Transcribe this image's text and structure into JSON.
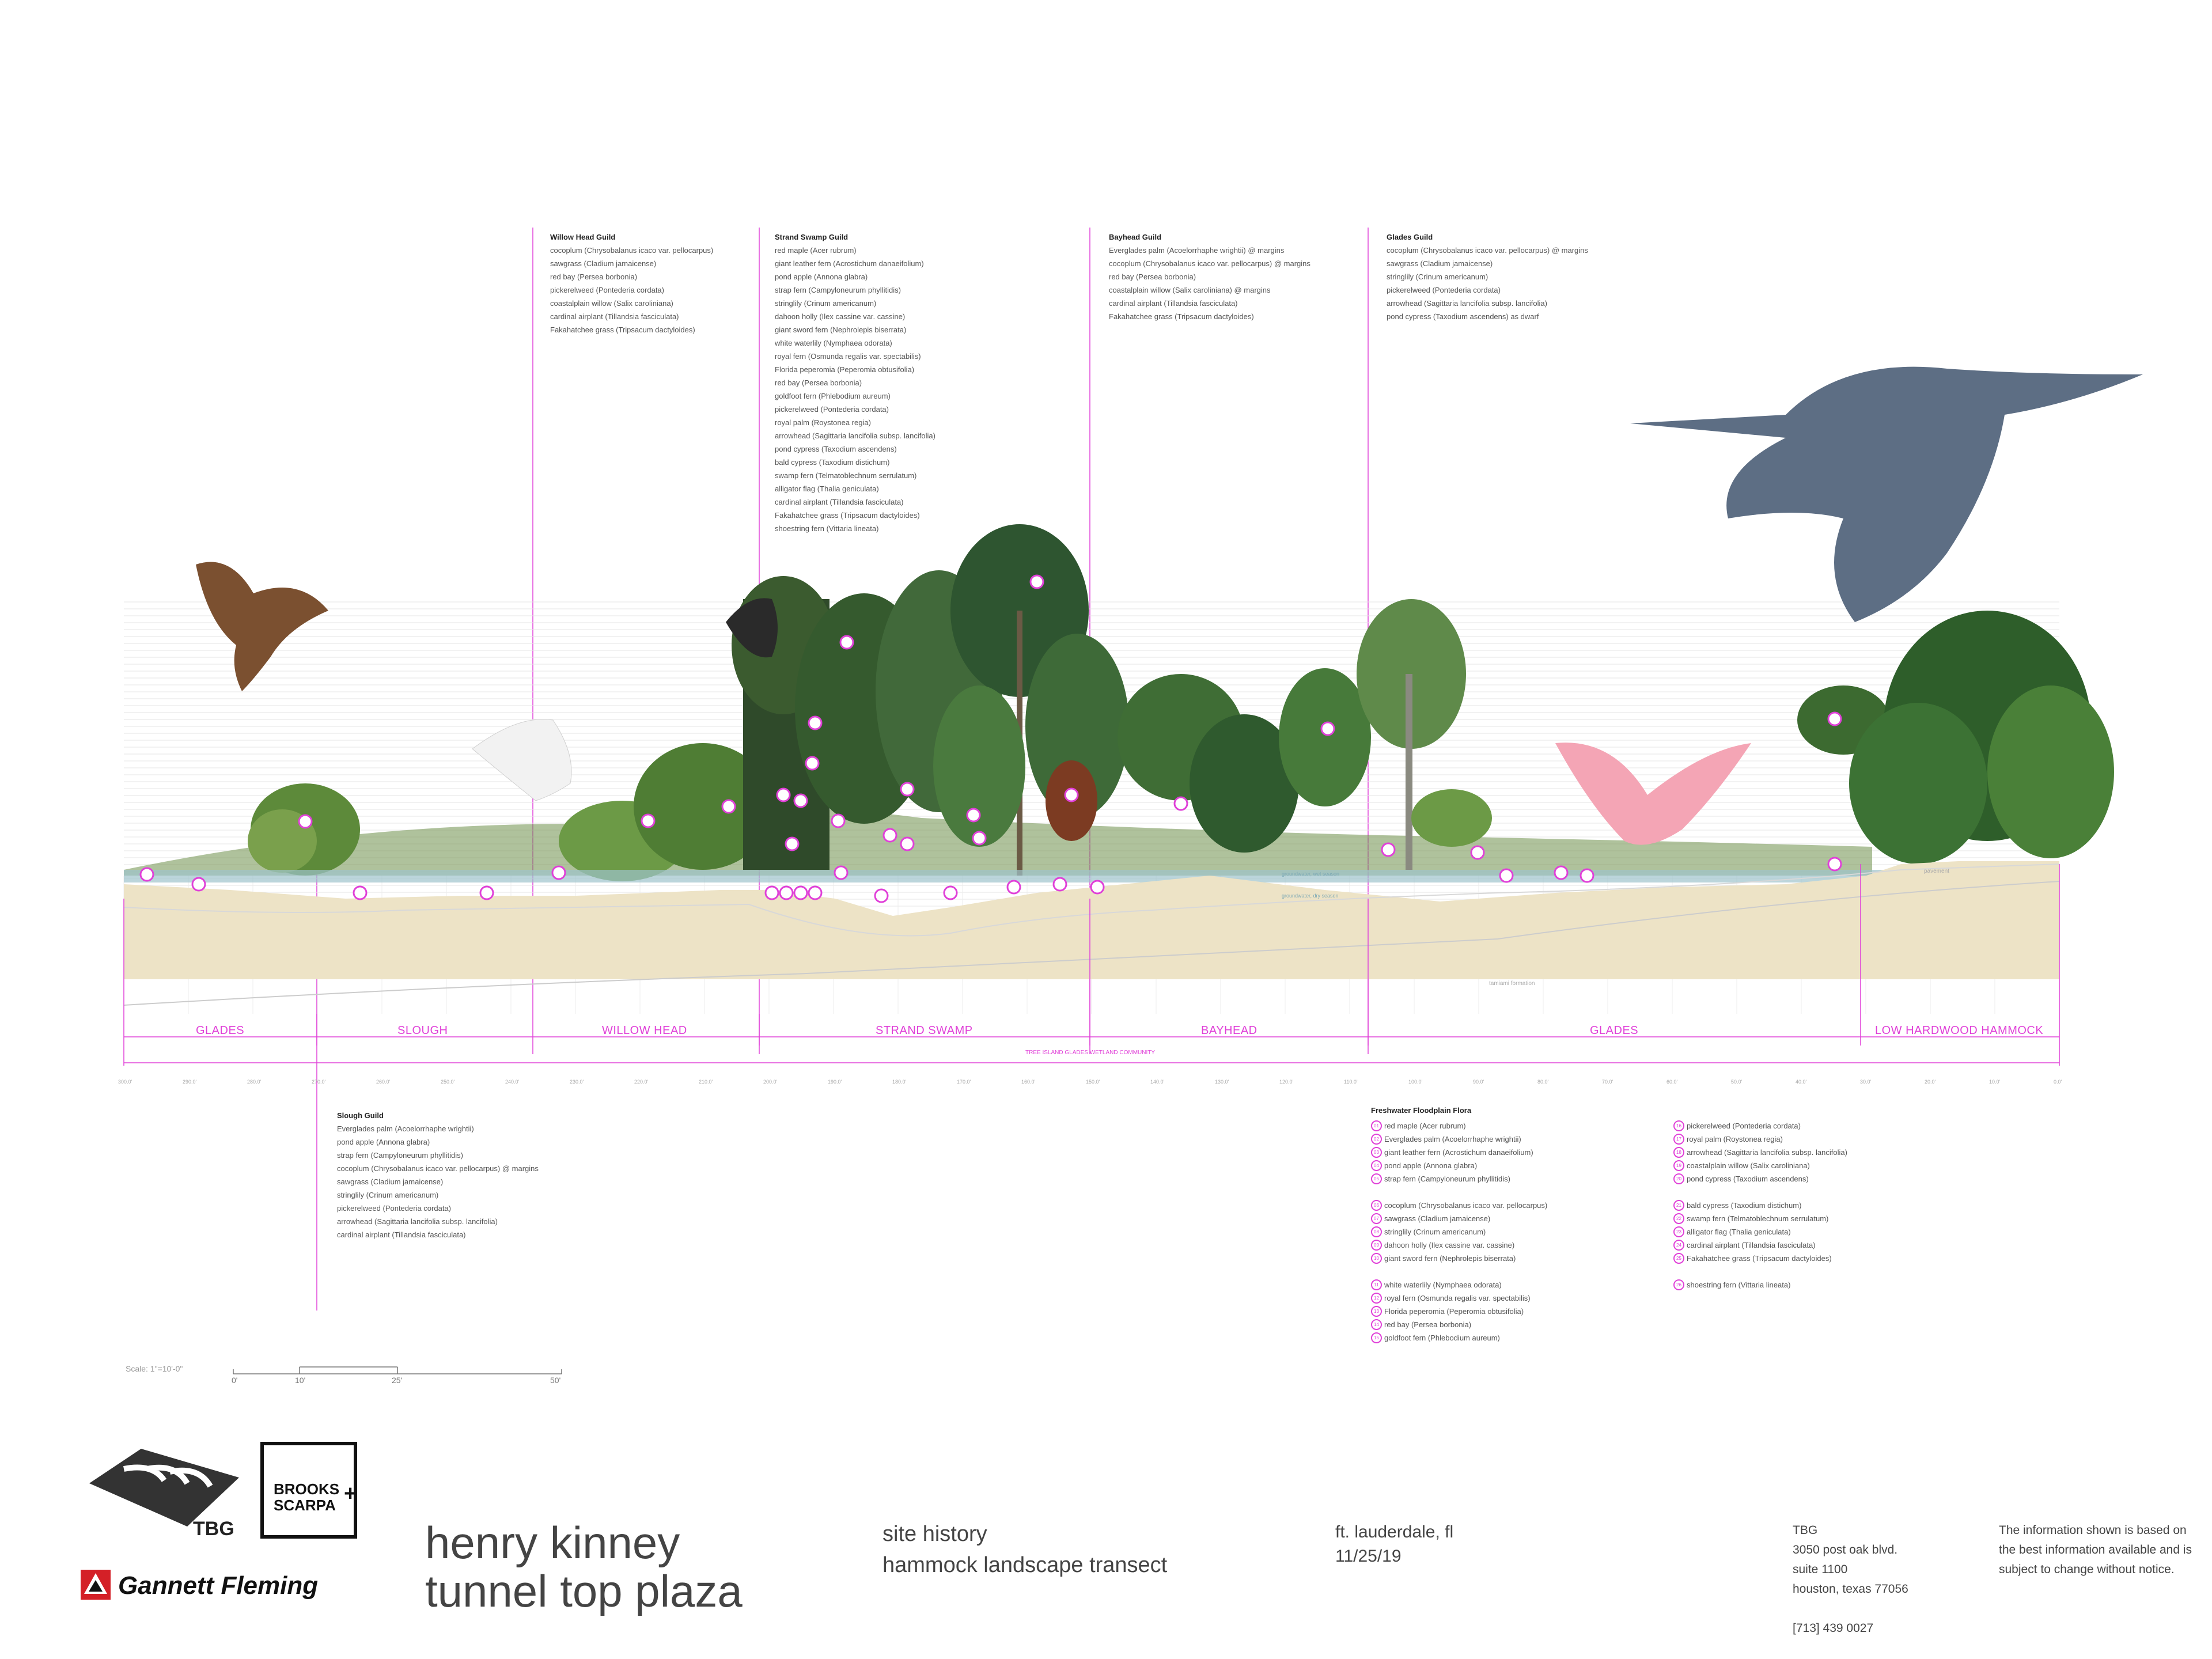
{
  "guilds": {
    "willow_head": {
      "title": "Willow Head Guild",
      "items": [
        "cocoplum (Chrysobalanus icaco var. pellocarpus)",
        "sawgrass (Cladium jamaicense)",
        "red bay (Persea borbonia)",
        "pickerelweed (Pontederia cordata)",
        "coastalplain willow (Salix caroliniana)",
        "cardinal airplant (Tillandsia fasciculata)",
        "Fakahatchee grass (Tripsacum dactyloides)"
      ]
    },
    "strand_swamp": {
      "title": "Strand Swamp Guild",
      "items": [
        "red maple (Acer rubrum)",
        "giant leather fern (Acrostichum danaeifolium)",
        "pond apple (Annona glabra)",
        "strap fern (Campyloneurum phyllitidis)",
        "stringlily (Crinum americanum)",
        "dahoon holly (Ilex cassine var. cassine)",
        "giant sword fern (Nephrolepis biserrata)",
        "white waterlily (Nymphaea odorata)",
        "royal fern (Osmunda regalis var. spectabilis)",
        "Florida peperomia (Peperomia obtusifolia)",
        "red bay (Persea borbonia)",
        "goldfoot fern (Phlebodium aureum)",
        "pickerelweed (Pontederia cordata)",
        "royal palm (Roystonea regia)",
        "arrowhead (Sagittaria lancifolia subsp. lancifolia)",
        "pond cypress (Taxodium ascendens)",
        "bald cypress (Taxodium distichum)",
        "swamp fern (Telmatoblechnum serrulatum)",
        "alligator flag (Thalia geniculata)",
        "cardinal airplant (Tillandsia fasciculata)",
        "Fakahatchee grass (Tripsacum dactyloides)",
        "shoestring fern (Vittaria lineata)"
      ]
    },
    "bayhead": {
      "title": "Bayhead Guild",
      "items": [
        "Everglades palm (Acoelorrhaphe wrightii) @ margins",
        "cocoplum (Chrysobalanus icaco var. pellocarpus) @ margins",
        "red bay (Persea borbonia)",
        "coastalplain willow (Salix caroliniana) @ margins",
        "cardinal airplant (Tillandsia fasciculata)",
        "Fakahatchee grass (Tripsacum dactyloides)"
      ]
    },
    "glades": {
      "title": "Glades Guild",
      "items": [
        "cocoplum (Chrysobalanus icaco var. pellocarpus) @ margins",
        "sawgrass (Cladium jamaicense)",
        "stringlily (Crinum americanum)",
        "pickerelweed (Pontederia cordata)",
        "arrowhead (Sagittaria lancifolia subsp. lancifolia)",
        "pond cypress (Taxodium ascendens) as dwarf"
      ]
    },
    "slough": {
      "title": "Slough Guild",
      "items": [
        "Everglades palm (Acoelorrhaphe wrightii)",
        "pond apple (Annona glabra)",
        "strap fern (Campyloneurum phyllitidis)",
        "cocoplum (Chrysobalanus icaco var. pellocarpus) @ margins",
        "sawgrass (Cladium jamaicense)",
        "stringlily (Crinum americanum)",
        "pickerelweed (Pontederia cordata)",
        "arrowhead (Sagittaria lancifolia subsp. lancifolia)",
        "cardinal airplant (Tillandsia fasciculata)"
      ]
    }
  },
  "zones": [
    "GLADES",
    "SLOUGH",
    "WILLOW HEAD",
    "STRAND SWAMP",
    "BAYHEAD",
    "GLADES",
    "LOW HARDWOOD HAMMOCK"
  ],
  "community_label": "TREE ISLAND GLADES WETLAND COMMUNITY",
  "ruler_ticks": [
    "300.0'",
    "290.0'",
    "280.0'",
    "270.0'",
    "260.0'",
    "250.0'",
    "240.0'",
    "230.0'",
    "220.0'",
    "210.0'",
    "200.0'",
    "190.0'",
    "180.0'",
    "170.0'",
    "160.0'",
    "150.0'",
    "140.0'",
    "130.0'",
    "120.0'",
    "110.0'",
    "100.0'",
    "90.0'",
    "80.0'",
    "70.0'",
    "60.0'",
    "50.0'",
    "40.0'",
    "30.0'",
    "20.0'",
    "10.0'",
    "0.0'"
  ],
  "section_labels": {
    "groundwater_wet": "groundwater, wet season",
    "groundwater_dry": "groundwater, dry season",
    "formation": "tamiami formation",
    "pavement": "pavement"
  },
  "legend": {
    "title": "Freshwater Floodplain Flora",
    "col1": [
      [
        "01",
        "red maple (Acer rubrum)"
      ],
      [
        "02",
        "Everglades palm (Acoelorrhaphe wrightii)"
      ],
      [
        "03",
        "giant leather fern (Acrostichum danaeifolium)"
      ],
      [
        "04",
        "pond apple (Annona glabra)"
      ],
      [
        "05",
        "strap fern (Campyloneurum phyllitidis)"
      ],
      null,
      [
        "06",
        "cocoplum (Chrysobalanus icaco var. pellocarpus)"
      ],
      [
        "07",
        "sawgrass (Cladium jamaicense)"
      ],
      [
        "08",
        "stringlily (Crinum americanum)"
      ],
      [
        "09",
        "dahoon holly (Ilex cassine var. cassine)"
      ],
      [
        "10",
        "giant sword fern (Nephrolepis biserrata)"
      ],
      null,
      [
        "11",
        "white waterlily (Nymphaea odorata)"
      ],
      [
        "12",
        "royal fern (Osmunda regalis var. spectabilis)"
      ],
      [
        "13",
        "Florida peperomia (Peperomia obtusifolia)"
      ],
      [
        "14",
        "red bay (Persea borbonia)"
      ],
      [
        "15",
        "goldfoot fern (Phlebodium aureum)"
      ]
    ],
    "col2": [
      [
        "16",
        "pickerelweed (Pontederia cordata)"
      ],
      [
        "17",
        "royal palm (Roystonea regia)"
      ],
      [
        "18",
        "arrowhead (Sagittaria lancifolia subsp. lancifolia)"
      ],
      [
        "19",
        "coastalplain willow (Salix caroliniana)"
      ],
      [
        "20",
        "pond cypress (Taxodium ascendens)"
      ],
      null,
      [
        "21",
        "bald cypress (Taxodium distichum)"
      ],
      [
        "22",
        "swamp fern (Telmatoblechnum serrulatum)"
      ],
      [
        "23",
        "alligator flag (Thalia geniculata)"
      ],
      [
        "24",
        "cardinal airplant (Tillandsia fasciculata)"
      ],
      [
        "25",
        "Fakahatchee grass (Tripsacum dactyloides)"
      ],
      null,
      [
        "26",
        "shoestring fern (Vittaria lineata)"
      ]
    ]
  },
  "scale": {
    "label": "Scale: 1\"=10'-0\"",
    "marks": [
      "0'",
      "10'",
      "25'",
      "50'"
    ]
  },
  "title_block": {
    "logo_tbg": "TBG",
    "logo_brooks": "BROOKS",
    "logo_scarpa": "SCARPA",
    "logo_gannett": "Gannett Fleming",
    "project_line1": "henry kinney",
    "project_line2": "tunnel top plaza",
    "sheet_line1": "site history",
    "sheet_line2": "hammock landscape transect",
    "location": "ft. lauderdale, fl",
    "date": "11/25/19",
    "address": [
      "TBG",
      "3050 post oak blvd.",
      "suite 1100",
      "houston, texas 77056"
    ],
    "phone": "[713] 439 0027",
    "disclaimer": [
      "The information shown is based on",
      "the best information available and is",
      "subject to change without notice."
    ]
  },
  "colors": {
    "accent": "#e040d8",
    "sand": "#ede3c6",
    "water": "#9ec3cc",
    "vegetation": "#4c7a3a"
  }
}
